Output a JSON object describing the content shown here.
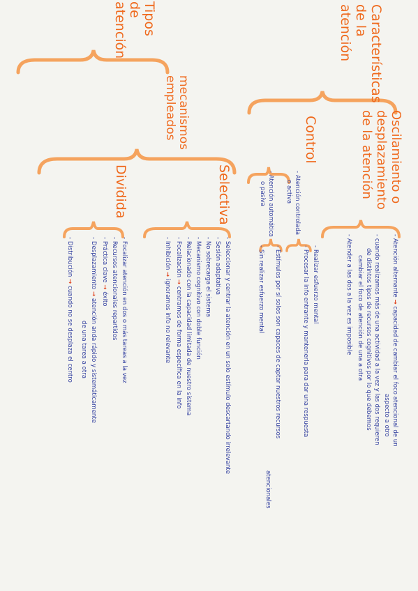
{
  "colors": {
    "heading": "#ef6a1e",
    "text": "#3441a0",
    "arrow": "#e0421c",
    "brace": "#f5a35e",
    "paper": "#f4f4f0"
  },
  "headings": {
    "tipos": "Tipos de atención",
    "caracteristicas": "Características de la atención",
    "mecanismos": "mecanismos empleados",
    "oscilamiento": "Oscilamiento o desplazamiento de la atención",
    "control": "Control",
    "selectiva": "Selectiva",
    "dividida": "Dividida"
  },
  "control_items": {
    "a1": "- Atención controlada",
    "a1b": "o activa",
    "a2": "- Atención automática",
    "a2b": "o pasiva"
  },
  "osc_notes": {
    "n1a": "- Atención alternante",
    "n1b": "capacidad de cambiar el foco atencional de un",
    "n1c": "aspecto a otro",
    "n2a": "- cuando realizamos más de una actividad a la vez y las dos requieren",
    "n2b": "de distintos tipos de recursos cognitivos por lo que debemos",
    "n2c": "cambiar el foco de atención de una a otra",
    "n3": "- Atender a las dos a la vez es imposible"
  },
  "control_notes": {
    "c1a": "- Realizar esfuerzo mental",
    "c1b": "- Procesar la info entrante y mantenerla para dar una respuesta",
    "c2a": "- Estímulos por sí solos son capaces de captar nuestros recursos",
    "c2b": "atencionales",
    "c2c": "- Sin realizar esfuerzo mental"
  },
  "selectiva_notes": {
    "s1": "- Seleccionar y centrar la atención en un solo estímulo descartando irrelevante",
    "s2": "- Sesión adaptativa",
    "s3": "- No sobrecarga el sistema",
    "s4": "- Mecanismo cognitivo con doble función",
    "s5": "- Relacionado con la capacidad limitada de nuestro sistema",
    "s6a": "- Focalización",
    "s6b": "centramos de forma específica en la info",
    "s7a": "- Inhibición",
    "s7b": "ignoramos info no relevante"
  },
  "dividida_notes": {
    "d1": "- Focalizar atención en dos o más tareas a la vez",
    "d2": "- Recursos atencionales repartidos",
    "d3": "- Práctica clave",
    "d3b": "éxito",
    "d4a": "- Desplazamiento",
    "d4b": "atención anda rápido y sistemáticamente",
    "d4c": "de una tarea a otra",
    "d5a": "- Distribución",
    "d5b": "cuando no se desplaza el centro"
  },
  "arrow_glyph": "→"
}
